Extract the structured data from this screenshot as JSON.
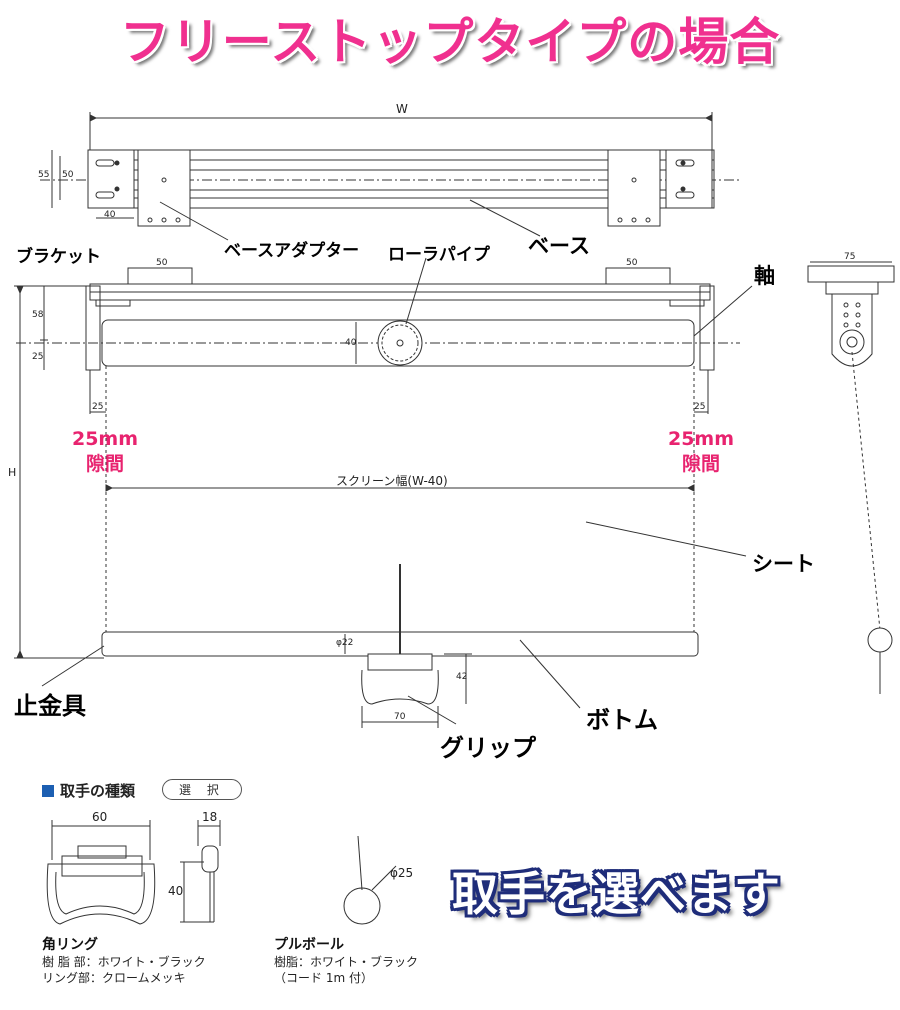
{
  "title": "フリーストップタイプの場合",
  "callouts": {
    "bracket": "ブラケット",
    "base_adapter": "ベースアダプター",
    "roller_pipe": "ローラパイプ",
    "base": "ベース",
    "shaft": "軸",
    "sheet": "シート",
    "stopper": "止金具",
    "bottom": "ボトム",
    "grip": "グリップ"
  },
  "gap_left": {
    "size": "25mm",
    "label": "隙間"
  },
  "gap_right": {
    "size": "25mm",
    "label": "隙間"
  },
  "dimensions": {
    "w": "W",
    "h": "H",
    "d55": "55",
    "d50": "50",
    "d40": "40",
    "adapter_left": "50",
    "adapter_right": "50",
    "side_58": "58",
    "side_25": "25",
    "pipe_40": "40",
    "offset_left": "25",
    "offset_right": "25",
    "screen_width": "スクリーン幅(W-40)",
    "phi22": "φ22",
    "grip_42": "42",
    "grip_70": "70",
    "side_75": "75"
  },
  "handle_types": {
    "heading": "取手の種類",
    "select_tag": "選 択",
    "square_ring": {
      "name": "角リング",
      "line1": "樹 脂 部：ホワイト・ブラック",
      "line2": "リング部：クロームメッキ",
      "dim_width": "60",
      "dim_depth": "18",
      "dim_height": "40"
    },
    "pull_ball": {
      "name": "プルボール",
      "line1": "樹脂：ホワイト・ブラック",
      "line2": "（コード 1m 付）",
      "dim_diameter": "φ25"
    }
  },
  "choose_text": "取手を選べます",
  "colors": {
    "title": "#f0308f",
    "gap_label": "#e8236f",
    "choose_text_outline": "#1f2d7a",
    "heading_square": "#1c5fb2"
  }
}
